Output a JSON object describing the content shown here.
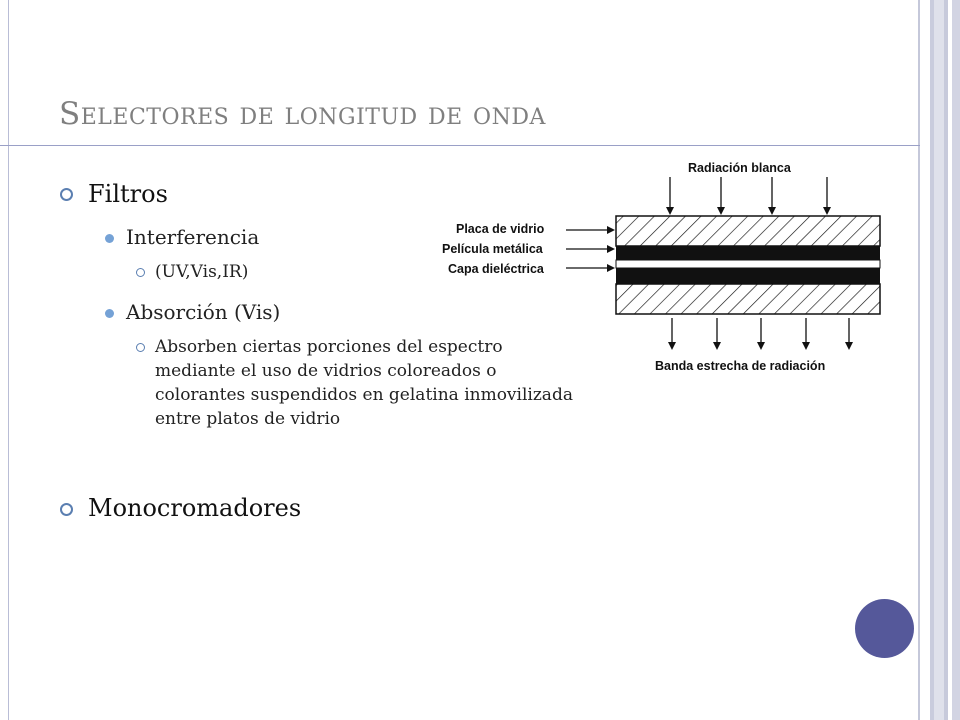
{
  "slide": {
    "title": "Selectores de longitud de onda",
    "items": [
      {
        "text": "Filtros"
      },
      {
        "text": "Interferencia"
      },
      {
        "text": "(UV,Vis,IR)"
      },
      {
        "text": "Absorción (Vis)"
      },
      {
        "text": "Absorben ciertas porciones del espectro mediante el uso de vidrios coloreados o colorantes suspendidos en gelatina inmovilizada entre platos de vidrio"
      },
      {
        "text": "Monocromadores"
      }
    ]
  },
  "diagram": {
    "top_label": "Radiación blanca",
    "bottom_label": "Banda estrecha de radiación",
    "layer_labels": [
      "Placa de vidrio",
      "Película metálica",
      "Capa dieléctrica"
    ]
  },
  "colors": {
    "title": "#7f7f7f",
    "accent_circle": "#55589a",
    "bullet_ring": "#5b7fb1",
    "bullet_dot": "#75a2d6"
  }
}
